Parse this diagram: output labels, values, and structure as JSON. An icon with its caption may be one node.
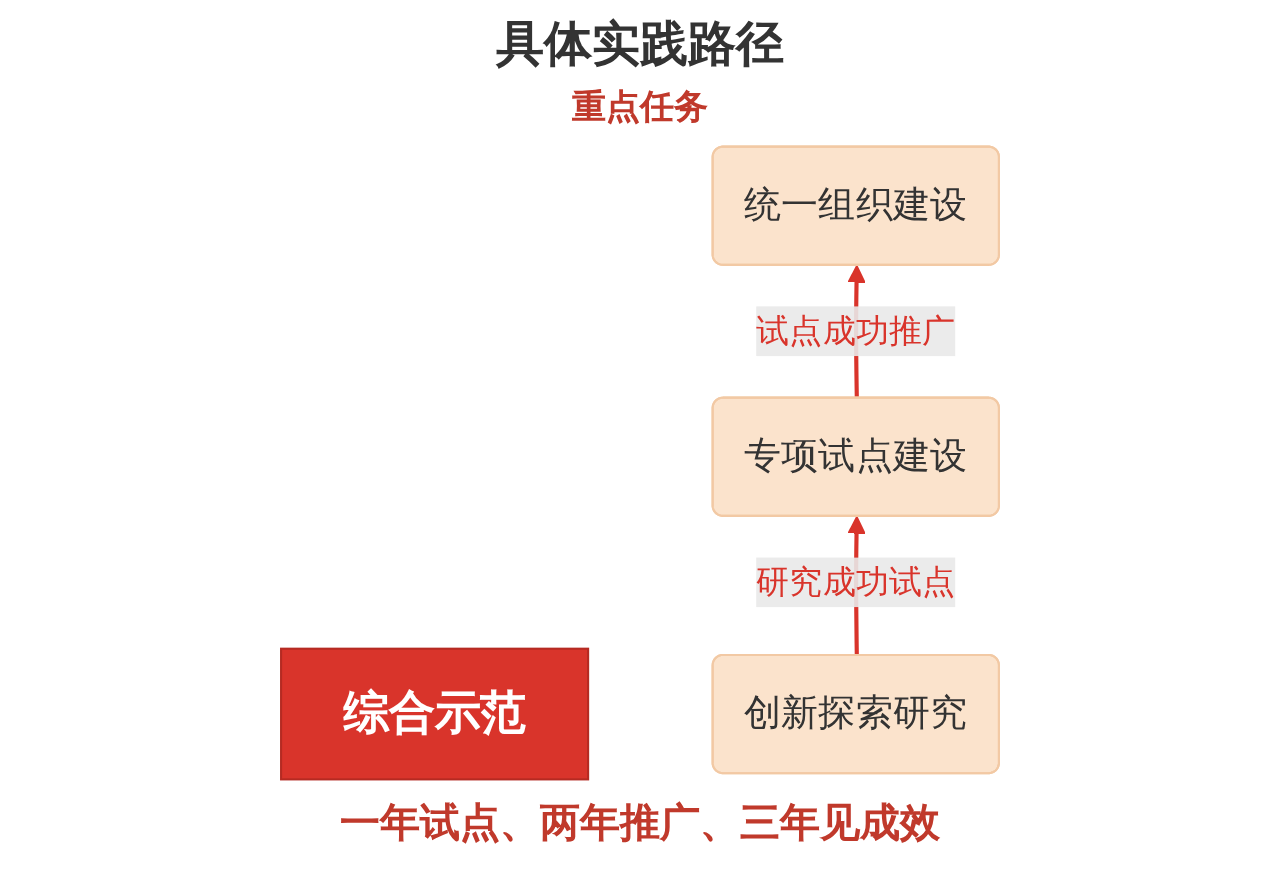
{
  "diagram": {
    "title": "具体实践路径",
    "caption": "一年试点、两年推广、三年见成效",
    "nodes": [
      {
        "text": [
          "综合示范"
        ]
      },
      {
        "text": [
          "统一组织建设"
        ]
      },
      {
        "text": [
          "专项试点建设"
        ]
      },
      {
        "text": [
          "创新探索研究"
        ]
      }
    ],
    "edges": [
      {
        "from": 3,
        "to": 2,
        "arrow": "to",
        "label": "研究成功试点"
      },
      {
        "from": 2,
        "to": 1,
        "arrow": "to",
        "label": "试点成功推广"
      }
    ],
    "labels": [
      "重点任务"
    ]
  }
}
